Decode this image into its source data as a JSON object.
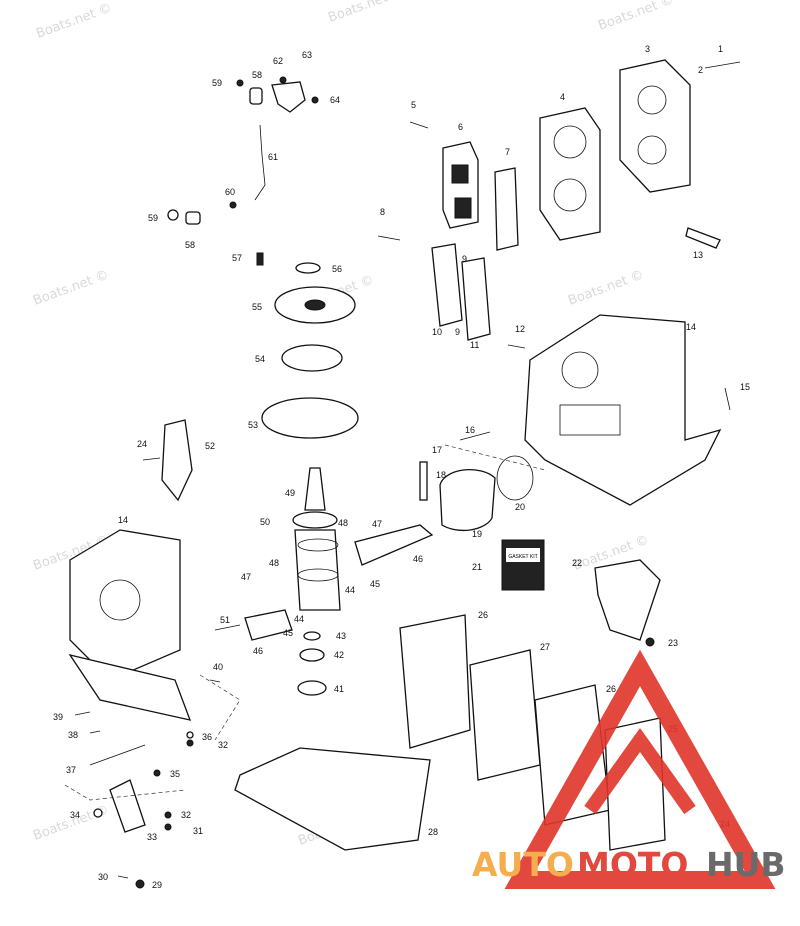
{
  "watermark": "Boats.net ©",
  "logo": {
    "part1": "AUTO",
    "part2": "MOTO",
    "part3": "HUB",
    "color_orange": "#f4a63a",
    "color_red": "#e0352b",
    "color_gray": "#5a5a5a"
  },
  "callouts": [
    "1",
    "2",
    "3",
    "4",
    "5",
    "6",
    "7",
    "8",
    "9",
    "9",
    "10",
    "11",
    "12",
    "13",
    "14",
    "14",
    "15",
    "16",
    "17",
    "18",
    "19",
    "20",
    "21",
    "22",
    "23",
    "24",
    "24",
    "25",
    "26",
    "26",
    "27",
    "28",
    "29",
    "30",
    "31",
    "32",
    "32",
    "33",
    "34",
    "35",
    "36",
    "37",
    "38",
    "39",
    "40",
    "41",
    "42",
    "43",
    "44",
    "44",
    "45",
    "45",
    "46",
    "46",
    "47",
    "47",
    "48",
    "48",
    "49",
    "50",
    "51",
    "52",
    "53",
    "54",
    "55",
    "56",
    "57",
    "58",
    "58",
    "59",
    "59",
    "60",
    "61",
    "62",
    "63",
    "64"
  ],
  "sticker_text": "GASKET KIT"
}
